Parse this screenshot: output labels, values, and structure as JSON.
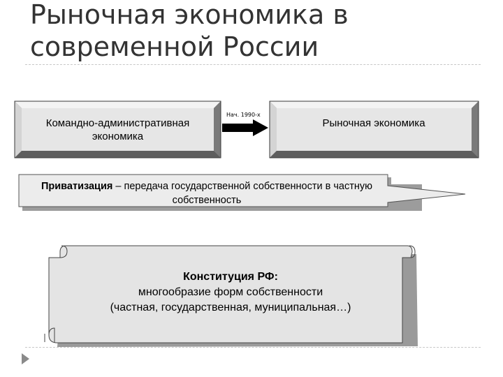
{
  "slide": {
    "title": "Рыночная экономика в современной России"
  },
  "diagram": {
    "left_box": "Командно-административная экономика",
    "right_box": "Рыночная экономика",
    "arrow_label": "Нач. 1990-х",
    "privatization_term": "Приватизация",
    "privatization_definition": " – передача государственной собственности в частную собственность",
    "constitution_heading": "Конституция РФ:",
    "constitution_line1": "многообразие форм собственности",
    "constitution_line2": "(частная, государственная, муниципальная…)"
  },
  "colors": {
    "box_face": "#e6e6e6",
    "bevel_light": "#f4f4f4",
    "bevel_dark": "#6e6e6e",
    "arrow": "#000000",
    "scroll_fill": "#e4e4e4"
  }
}
